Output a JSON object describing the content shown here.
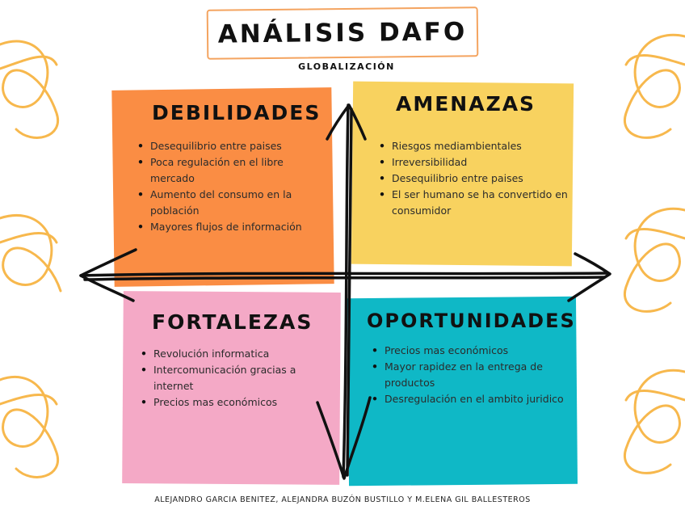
{
  "title": "ANÁLISIS DAFO",
  "subtitle": "GLOBALIZACIÓN",
  "quadrants": {
    "debilidades": {
      "title": "DEBILIDADES",
      "items": [
        "Desequilibrio entre paises",
        "Poca regulación en el libre mercado",
        "Aumento del consumo en la población",
        "Mayores flujos de información"
      ]
    },
    "amenazas": {
      "title": "AMENAZAS",
      "items": [
        "Riesgos mediambientales",
        "Irreversibilidad",
        "Desequilibrio entre paises",
        " El ser humano se ha convertido en consumidor"
      ]
    },
    "fortalezas": {
      "title": "FORTALEZAS",
      "items": [
        "Revolución informatica",
        "Intercomunicación gracias a internet",
        "Precios mas económicos"
      ]
    },
    "oportunidades": {
      "title": "OPORTUNIDADES",
      "items": [
        "Precios mas económicos",
        "Mayor rapidez en la entrega de productos",
        "Desregulación en el ambito juridico"
      ]
    }
  },
  "footer": "ALEJANDRO GARCIA BENITEZ, ALEJANDRA BUZÓN BUSTILLO Y M.ELENA GIL BALLESTEROS",
  "colors": {
    "debilidades": "#fa8d44",
    "amenazas": "#f8d25f",
    "fortalezas": "#f4a9c6",
    "oportunidades": "#0fb8c6",
    "decoration": "#f7b84d"
  }
}
